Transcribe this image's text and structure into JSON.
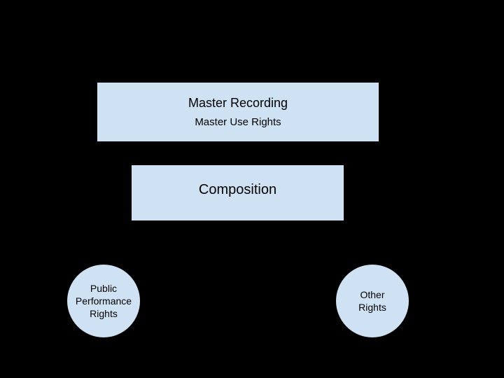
{
  "slide": {
    "background_color": "#000000",
    "shape_fill_color": "#cfe2f3",
    "shape_border_color": "#000000",
    "text_color": "#000000"
  },
  "diagram": {
    "master_box": {
      "title": "Master Recording",
      "subtitle": "Master Use Rights"
    },
    "composition_box": {
      "title": "Composition"
    },
    "left_circle": {
      "label": "Public Performance Rights",
      "lines": [
        "Public",
        "Performance",
        "Rights"
      ]
    },
    "right_circle": {
      "label": "Other Rights",
      "lines": [
        "Other",
        "Rights"
      ]
    }
  }
}
